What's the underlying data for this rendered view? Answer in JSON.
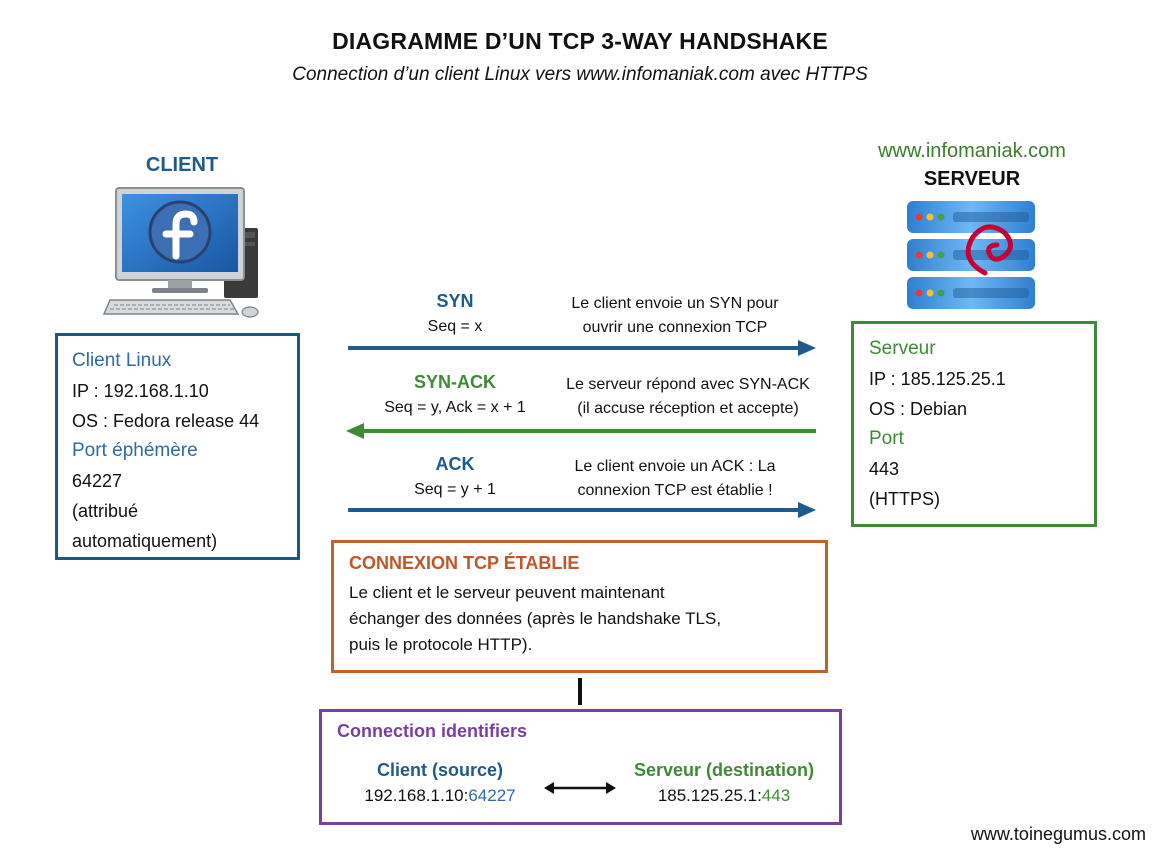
{
  "title": "DIAGRAMME D’UN TCP 3-WAY HANDSHAKE",
  "subtitle": "Connection d’un client Linux vers www.infomaniak.com avec HTTPS",
  "client": {
    "label": "CLIENT",
    "box": {
      "heading": "Client Linux",
      "ip": "IP : 192.168.1.10",
      "os": "OS : Fedora release 44",
      "port_heading": "Port éphémère",
      "port": "64227",
      "note_1": "(attribué",
      "note_2": "automatiquement)"
    }
  },
  "server": {
    "url": "www.infomaniak.com",
    "label": "SERVEUR",
    "box": {
      "heading": "Serveur",
      "ip": "IP : 185.125.25.1",
      "os": "OS : Debian",
      "port_heading": "Port",
      "port": "443",
      "note": "(HTTPS)"
    }
  },
  "messages": [
    {
      "label": "SYN",
      "seq": "Seq = x",
      "desc_1": "Le client envoie un SYN pour",
      "desc_2": "ouvrir une connexion TCP",
      "color": "#1f5b8a",
      "direction": "right"
    },
    {
      "label": "SYN-ACK",
      "seq": "Seq = y, Ack = x + 1",
      "desc_1": "Le serveur répond avec SYN-ACK",
      "desc_2": "(il accuse réception et accepte)",
      "color": "#3f8a36",
      "direction": "left"
    },
    {
      "label": "ACK",
      "seq": "Seq = y + 1",
      "desc_1": "Le client envoie un ACK : La",
      "desc_2": "connexion TCP est établie !",
      "color": "#1f5b8a",
      "direction": "right"
    }
  ],
  "established": {
    "title": "CONNEXION TCP ÉTABLIE",
    "line_1": "Le client et le serveur peuvent maintenant",
    "line_2": "échanger des données (après le handshake TLS,",
    "line_3": "puis le protocole HTTP)."
  },
  "identifiers": {
    "title": "Connection identifiers",
    "client_title": "Client (source)",
    "client_ip": "192.168.1.10:",
    "client_port": "64227",
    "server_title": "Serveur (destination)",
    "server_ip": "185.125.25.1:",
    "server_port": "443"
  },
  "footer": "www.toinegumus.com",
  "colors": {
    "client_blue": "#1f5b8a",
    "server_green": "#3f8a36",
    "established_orange": "#c0632a",
    "identifiers_purple": "#7a3fa0"
  }
}
